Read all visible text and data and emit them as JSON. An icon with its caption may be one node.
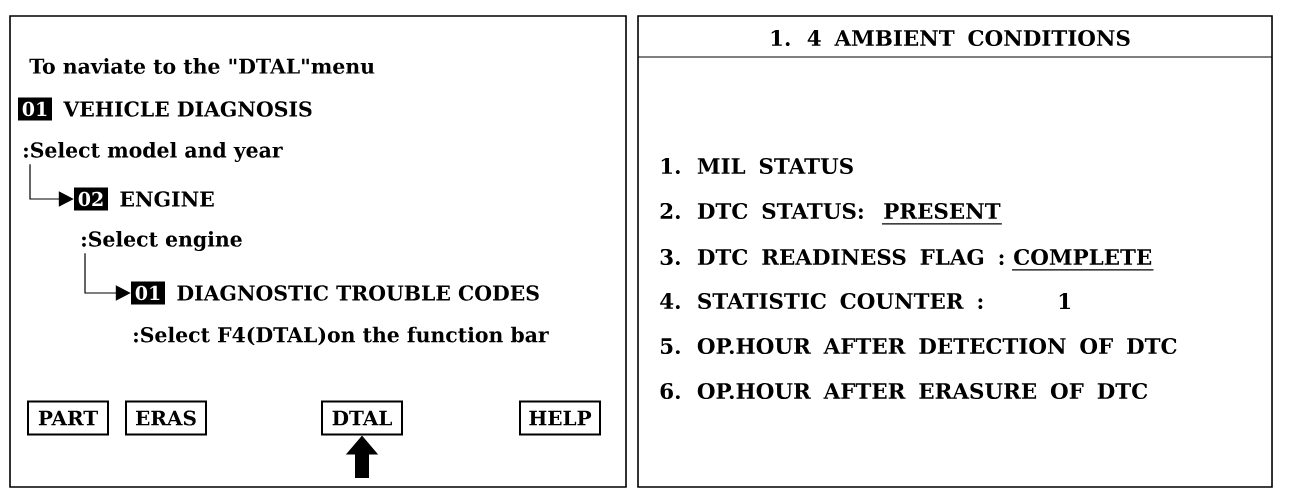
{
  "diagram": {
    "nodes": [
      {
        "text": [
          "To naviate to the \"DTAL\"menu",
          ":Select F4(DTAL)on the function bar"
        ]
      },
      {
        "text": [
          "01"
        ],
        "beside": [
          "VEHICLE DIAGNOSIS"
        ],
        "in": 0
      },
      {
        "text": [
          ":Select model and year"
        ],
        "in": 0
      },
      {
        "text": [
          "02"
        ],
        "beside": [
          "ENGINE"
        ],
        "in": 0
      },
      {
        "text": [
          ":Select engine"
        ],
        "in": 0
      },
      {
        "text": [
          "01"
        ],
        "beside": [
          "DIAGNOSTIC TROUBLE CODES"
        ],
        "in": 0
      },
      {
        "text": [
          "PART"
        ],
        "in": 0
      },
      {
        "text": [
          "ERAS"
        ],
        "in": 0
      },
      {
        "text": [
          "DTAL"
        ],
        "in": 0
      },
      {
        "text": [
          "HELP"
        ],
        "in": 0
      },
      {
        "text": [
          "1. 4 AMBIENT CONDITIONS",
          "1. MIL STATUS",
          "2. DTC STATUS:",
          "PRESENT",
          "3. DTC READINESS FLAG :",
          "COMPLETE",
          "4. STATISTIC COUNTER :",
          "1",
          "5. OP.HOUR AFTER DETECTION OF DTC",
          "6. OP.HOUR AFTER ERASURE OF DTC"
        ]
      }
    ],
    "edges": [
      {
        "from": 2,
        "to": 3,
        "arrow": "to"
      },
      {
        "from": 4,
        "to": 5,
        "arrow": "to"
      },
      {
        "from": null,
        "to": 8,
        "arrow": "to",
        "style": "thick"
      }
    ]
  }
}
